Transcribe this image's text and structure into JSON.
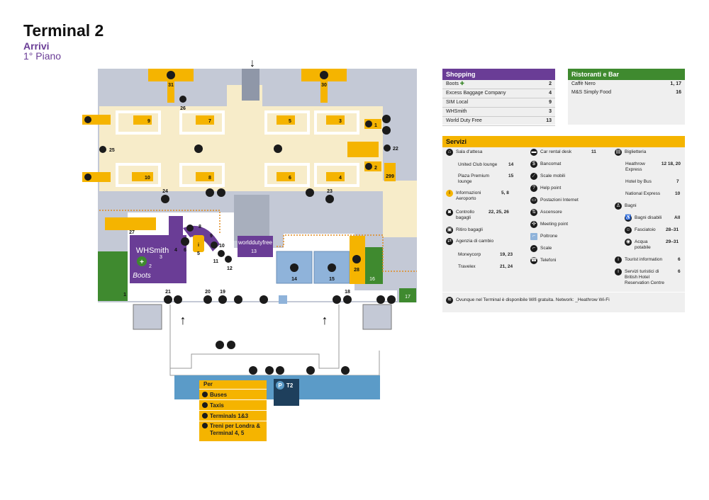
{
  "header": {
    "title": "Terminal 2",
    "subtitle": "Arrivi",
    "floor": "1° Piano"
  },
  "colors": {
    "purple": "#6a3d96",
    "green": "#3f8a2f",
    "yellow": "#f5b400",
    "blue": "#5b9bc8",
    "gray": "#c4c9d6"
  },
  "map": {
    "arrow_top": "↓",
    "labels": {
      "w31": "31",
      "w30": "30",
      "c26": "26",
      "c25": "25",
      "c22": "22",
      "g9": "9",
      "g7": "7",
      "g5": "5",
      "g3": "3",
      "g10": "10",
      "g8": "8",
      "g6": "6",
      "g4": "4",
      "l1": "1",
      "l2": "2",
      "l299": "299",
      "l24": "24",
      "l23": "23",
      "l27": "27",
      "l13": "13",
      "l14": "14",
      "l15": "15",
      "l28": "28",
      "l16": "16",
      "l17": "17",
      "l21": "21",
      "l20": "20",
      "l19": "19",
      "l18": "18",
      "l11": "11",
      "l12": "12",
      "l10": "10",
      "l9": "9",
      "l8": "8",
      "l6": "6",
      "l5": "5",
      "l4": "4",
      "l3": "3",
      "l2b": "2",
      "lone": "1"
    },
    "whsmith": "WHSmith",
    "boots": "Boots",
    "worlddutyfree": "worlddutyfree",
    "info_i": "i",
    "exit_arrow": "↑",
    "parking": "P",
    "parking_label": "T2"
  },
  "transport": {
    "header": "Per",
    "items": [
      {
        "icon": "bus-icon",
        "label": "Buses"
      },
      {
        "icon": "taxi-icon",
        "label": "Taxis"
      },
      {
        "icon": "plane-icon",
        "label": "Terminals 1&3"
      },
      {
        "icon": "train-icon",
        "label": "Treni per Londra & Terminal 4, 5"
      }
    ]
  },
  "shopping": {
    "title": "Shopping",
    "items": [
      {
        "name": "Boots",
        "num": "2"
      },
      {
        "name": "Excess Baggage Company",
        "num": "4"
      },
      {
        "name": "SIM Local",
        "num": "9"
      },
      {
        "name": "WHSmith",
        "num": "3"
      },
      {
        "name": "World Duty Free",
        "num": "13"
      }
    ]
  },
  "ristoranti": {
    "title": "Ristoranti e Bar",
    "items": [
      {
        "name": "Caffè Nero",
        "num": "1, 17"
      },
      {
        "name": "M&S Simply Food",
        "num": "16"
      }
    ]
  },
  "servizi": {
    "title": "Servizi",
    "col1": [
      {
        "icon": "seat-icon",
        "label": "Sala d'attesa",
        "num": ""
      },
      {
        "icon": "",
        "label": "United Club lounge",
        "num": "14"
      },
      {
        "icon": "",
        "label": "Plaza Premium lounge",
        "num": "15"
      },
      {
        "icon": "info-icon",
        "label": "Informazioni Aeroporto",
        "num": "5, 8"
      },
      {
        "icon": "camera-icon",
        "label": "Controllo bagagli",
        "num": "22, 25, 26"
      },
      {
        "icon": "baggage-icon",
        "label": "Ritiro bagagli",
        "num": ""
      },
      {
        "icon": "exchange-icon",
        "label": "Agenzia di cambio",
        "num": ""
      },
      {
        "icon": "",
        "label": "Moneycorp",
        "num": "19, 23"
      },
      {
        "icon": "",
        "label": "Travelex",
        "num": "21, 24"
      }
    ],
    "col2": [
      {
        "icon": "car-icon",
        "label": "Car rental desk",
        "num": "11"
      },
      {
        "icon": "atm-icon",
        "label": "Bancomat",
        "num": ""
      },
      {
        "icon": "escalator-icon",
        "label": "Scale mobili",
        "num": ""
      },
      {
        "icon": "help-icon",
        "label": "Help point",
        "num": ""
      },
      {
        "icon": "internet-icon",
        "label": "Postazioni Internet",
        "num": ""
      },
      {
        "icon": "lift-icon",
        "label": "Ascensore",
        "num": ""
      },
      {
        "icon": "meeting-icon",
        "label": "Meeting point",
        "num": ""
      },
      {
        "icon": "chair-icon",
        "label": "Poltrone",
        "num": ""
      },
      {
        "icon": "stairs-icon",
        "label": "Scale",
        "num": ""
      },
      {
        "icon": "phone-icon",
        "label": "Telefoni",
        "num": ""
      }
    ],
    "col3": [
      {
        "icon": "ticket-icon",
        "label": "Biglietteria",
        "num": ""
      },
      {
        "icon": "",
        "label": "Heathrow Express",
        "num": "12 18, 20"
      },
      {
        "icon": "",
        "label": "Hotel by Bus",
        "num": "7"
      },
      {
        "icon": "",
        "label": "National Express",
        "num": "10"
      },
      {
        "icon": "toilet-icon",
        "label": "Bagni",
        "num": ""
      },
      {
        "icon": "accessible-icon",
        "label": "Bagni disabili",
        "num": "All"
      },
      {
        "icon": "baby-icon",
        "label": "Fasciatoio",
        "num": "28–31"
      },
      {
        "icon": "water-icon",
        "label": "Acqua potabile",
        "num": "29–31"
      },
      {
        "icon": "info-icon",
        "label": "Tourist information",
        "num": "6"
      },
      {
        "icon": "info-icon",
        "label": "Servizi turistici di British Hotel Reservation Centre",
        "num": "6"
      }
    ],
    "wifi": "Ovunque nel Terminal è disponibile Wifi gratuita. Network: _Heathrow Wi-Fi"
  }
}
